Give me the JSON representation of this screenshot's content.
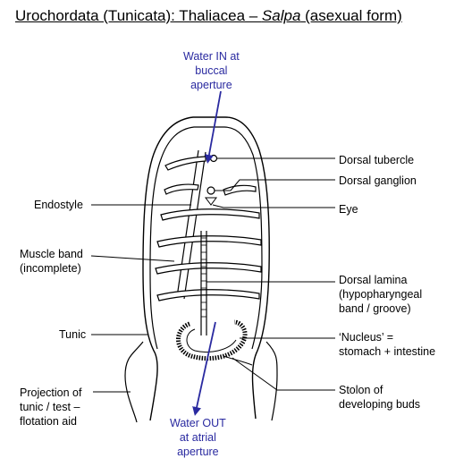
{
  "title": {
    "prefix": "Urochordata (Tunicata): Thaliacea – ",
    "genus": "Salpa",
    "suffix": " (asexual form)"
  },
  "water_in": [
    "Water IN at",
    "buccal",
    "aperture"
  ],
  "water_out": [
    "Water OUT",
    "at atrial",
    "aperture"
  ],
  "labels_left": {
    "endostyle": [
      "Endostyle"
    ],
    "muscle_band": [
      "Muscle band",
      "(incomplete)"
    ],
    "tunic": [
      "Tunic"
    ],
    "projection": [
      "Projection of",
      "tunic / test –",
      "flotation aid"
    ]
  },
  "labels_right": {
    "dorsal_tubercle": [
      "Dorsal tubercle"
    ],
    "dorsal_ganglion": [
      "Dorsal ganglion"
    ],
    "eye": [
      "Eye"
    ],
    "dorsal_lamina": [
      "Dorsal lamina",
      "(hypopharyngeal",
      "band / groove)"
    ],
    "nucleus": [
      "‘Nucleus’ =",
      "stomach + intestine"
    ],
    "stolon": [
      "Stolon of",
      "developing buds"
    ]
  },
  "colors": {
    "arrow": "#2a2aa0",
    "line": "#000000"
  }
}
